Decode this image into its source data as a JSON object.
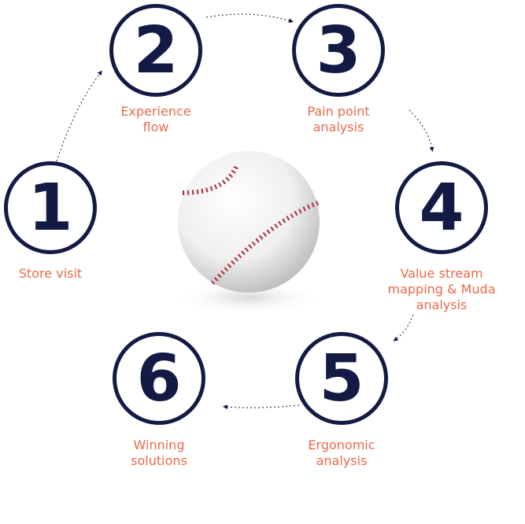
{
  "steps": [
    {
      "number": "1",
      "label": "Store visit"
    },
    {
      "number": "2",
      "label": "Experience\nflow"
    },
    {
      "number": "3",
      "label": "Pain point\nanalysis"
    },
    {
      "number": "4",
      "label": "Value stream\nmapping & Muda\nanalysis"
    },
    {
      "number": "5",
      "label": "Ergonomic\nanalysis"
    },
    {
      "number": "6",
      "label": "Winning\nsolutions"
    }
  ],
  "colors": {
    "circle": "#131b45",
    "label": "#e86a4a",
    "connector": "#131b45"
  },
  "center_image": "baseball"
}
